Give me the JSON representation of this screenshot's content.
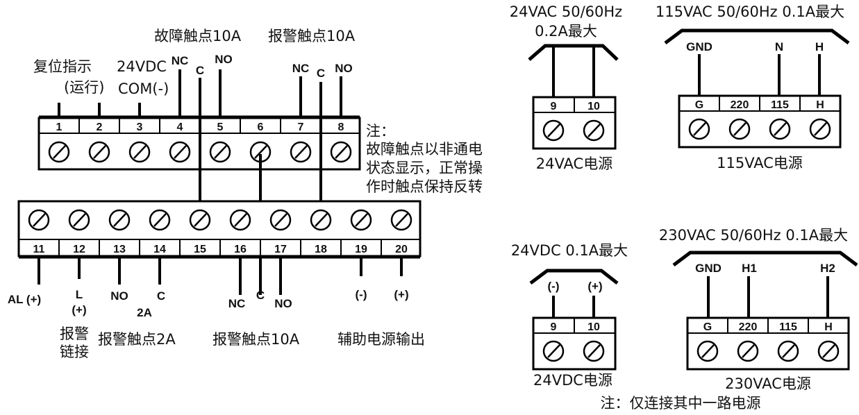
{
  "terminal_block_top": {
    "numbers": [
      "1",
      "2",
      "3",
      "4",
      "5",
      "6",
      "7",
      "8"
    ],
    "label_reset_indicator": "复位指示",
    "label_run": "(运行)",
    "label_24vdc": "24VDC",
    "label_com": "COM(-)",
    "label_fault_contact": "故障触点10A",
    "label_alarm_contact": "报警触点10A",
    "pin_nc": "NC",
    "pin_c": "C",
    "pin_no": "NO"
  },
  "note_top": {
    "heading": "注：",
    "line1": "故障触点以非通电",
    "line2": "状态显示，正常操",
    "line3": "作时触点保持反转"
  },
  "terminal_block_bottom": {
    "numbers": [
      "11",
      "12",
      "13",
      "14",
      "15",
      "16",
      "17",
      "18",
      "19",
      "20"
    ],
    "pin_al": "AL (+)",
    "pin_l": "L",
    "pin_l_plus": "(+)",
    "pin_no": "NO",
    "pin_2a": "2A",
    "pin_c": "C",
    "pin_nc": "NC",
    "pin_minus": "(-)",
    "pin_plus": "(+)",
    "label_alarm_link_1": "报警",
    "label_alarm_link_2": "链接",
    "label_alarm_2a": "报警触点2A",
    "label_alarm_10a": "报警触点10A",
    "label_aux_power": "辅助电源输出"
  },
  "psu_24vac": {
    "title1": "24VAC 50/60Hz",
    "title2": "0.2A最大",
    "terminals": [
      "9",
      "10"
    ],
    "caption": "24VAC电源"
  },
  "psu_115vac": {
    "title": "115VAC 50/60Hz 0.1A最大",
    "wires": [
      "GND",
      "N",
      "H"
    ],
    "terminals": [
      "G",
      "220",
      "115",
      "H"
    ],
    "caption": "115VAC电源"
  },
  "psu_24vdc": {
    "title": "24VDC 0.1A最大",
    "wires": [
      "(-)",
      "(+)"
    ],
    "terminals": [
      "9",
      "10"
    ],
    "caption": "24VDC电源"
  },
  "psu_230vac": {
    "title": "230VAC 50/60Hz 0.1A最大",
    "wires": [
      "GND",
      "H1",
      "H2"
    ],
    "terminals": [
      "G",
      "220",
      "115",
      "H"
    ],
    "caption": "230VAC电源"
  },
  "footnote": "注：仅连接其中一路电源"
}
